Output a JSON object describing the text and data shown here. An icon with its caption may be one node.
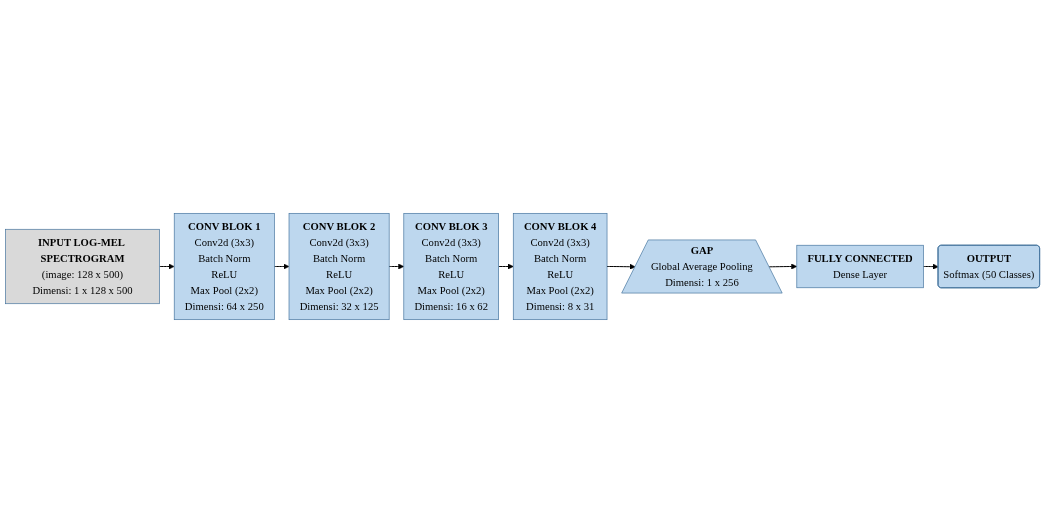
{
  "diagram": {
    "nodes": [
      {
        "text": [
          "INPUT LOG-MEL SPECTROGRAM",
          "(image: 128 x 500)",
          "Dimensi: 1 x 128 x 500"
        ]
      },
      {
        "text": [
          "CONV BLOK 1",
          "Conv2d (3x3)",
          "Batch Norm",
          "ReLU",
          "Max Pool (2x2)",
          "Dimensi: 64 x 250"
        ]
      },
      {
        "text": [
          "CONV BLOK 2",
          "Conv2d (3x3)",
          "Batch Norm",
          "ReLU",
          "Max Pool (2x2)",
          "Dimensi:  32 x 125"
        ]
      },
      {
        "text": [
          "CONV BLOK 3",
          "Conv2d (3x3)",
          "Batch Norm",
          "ReLU",
          "Max Pool (2x2)",
          "Dimensi: 16 x 62"
        ]
      },
      {
        "text": [
          "CONV BLOK 4",
          "Conv2d (3x3)",
          "Batch Norm",
          "ReLU",
          "Max Pool (2x2)",
          "Dimensi: 8 x 31"
        ]
      },
      {
        "text": [
          "GAP",
          "Global Average Pooling",
          "Dimensi: 1 x 256"
        ]
      },
      {
        "text": [
          "FULLY CONNECTED",
          "Dense Layer"
        ]
      },
      {
        "text": [
          "OUTPUT",
          "Softmax (50 Classes)"
        ]
      }
    ],
    "edges": [
      {
        "from": 0,
        "to": 1,
        "arrow": "to"
      },
      {
        "from": 1,
        "to": 2,
        "arrow": "to"
      },
      {
        "from": 2,
        "to": 3,
        "arrow": "to"
      },
      {
        "from": 3,
        "to": 4,
        "arrow": "to"
      },
      {
        "from": 4,
        "to": 5,
        "arrow": "to"
      },
      {
        "from": 5,
        "to": 6,
        "arrow": "to"
      },
      {
        "from": 6,
        "to": 7,
        "arrow": "to"
      }
    ]
  }
}
